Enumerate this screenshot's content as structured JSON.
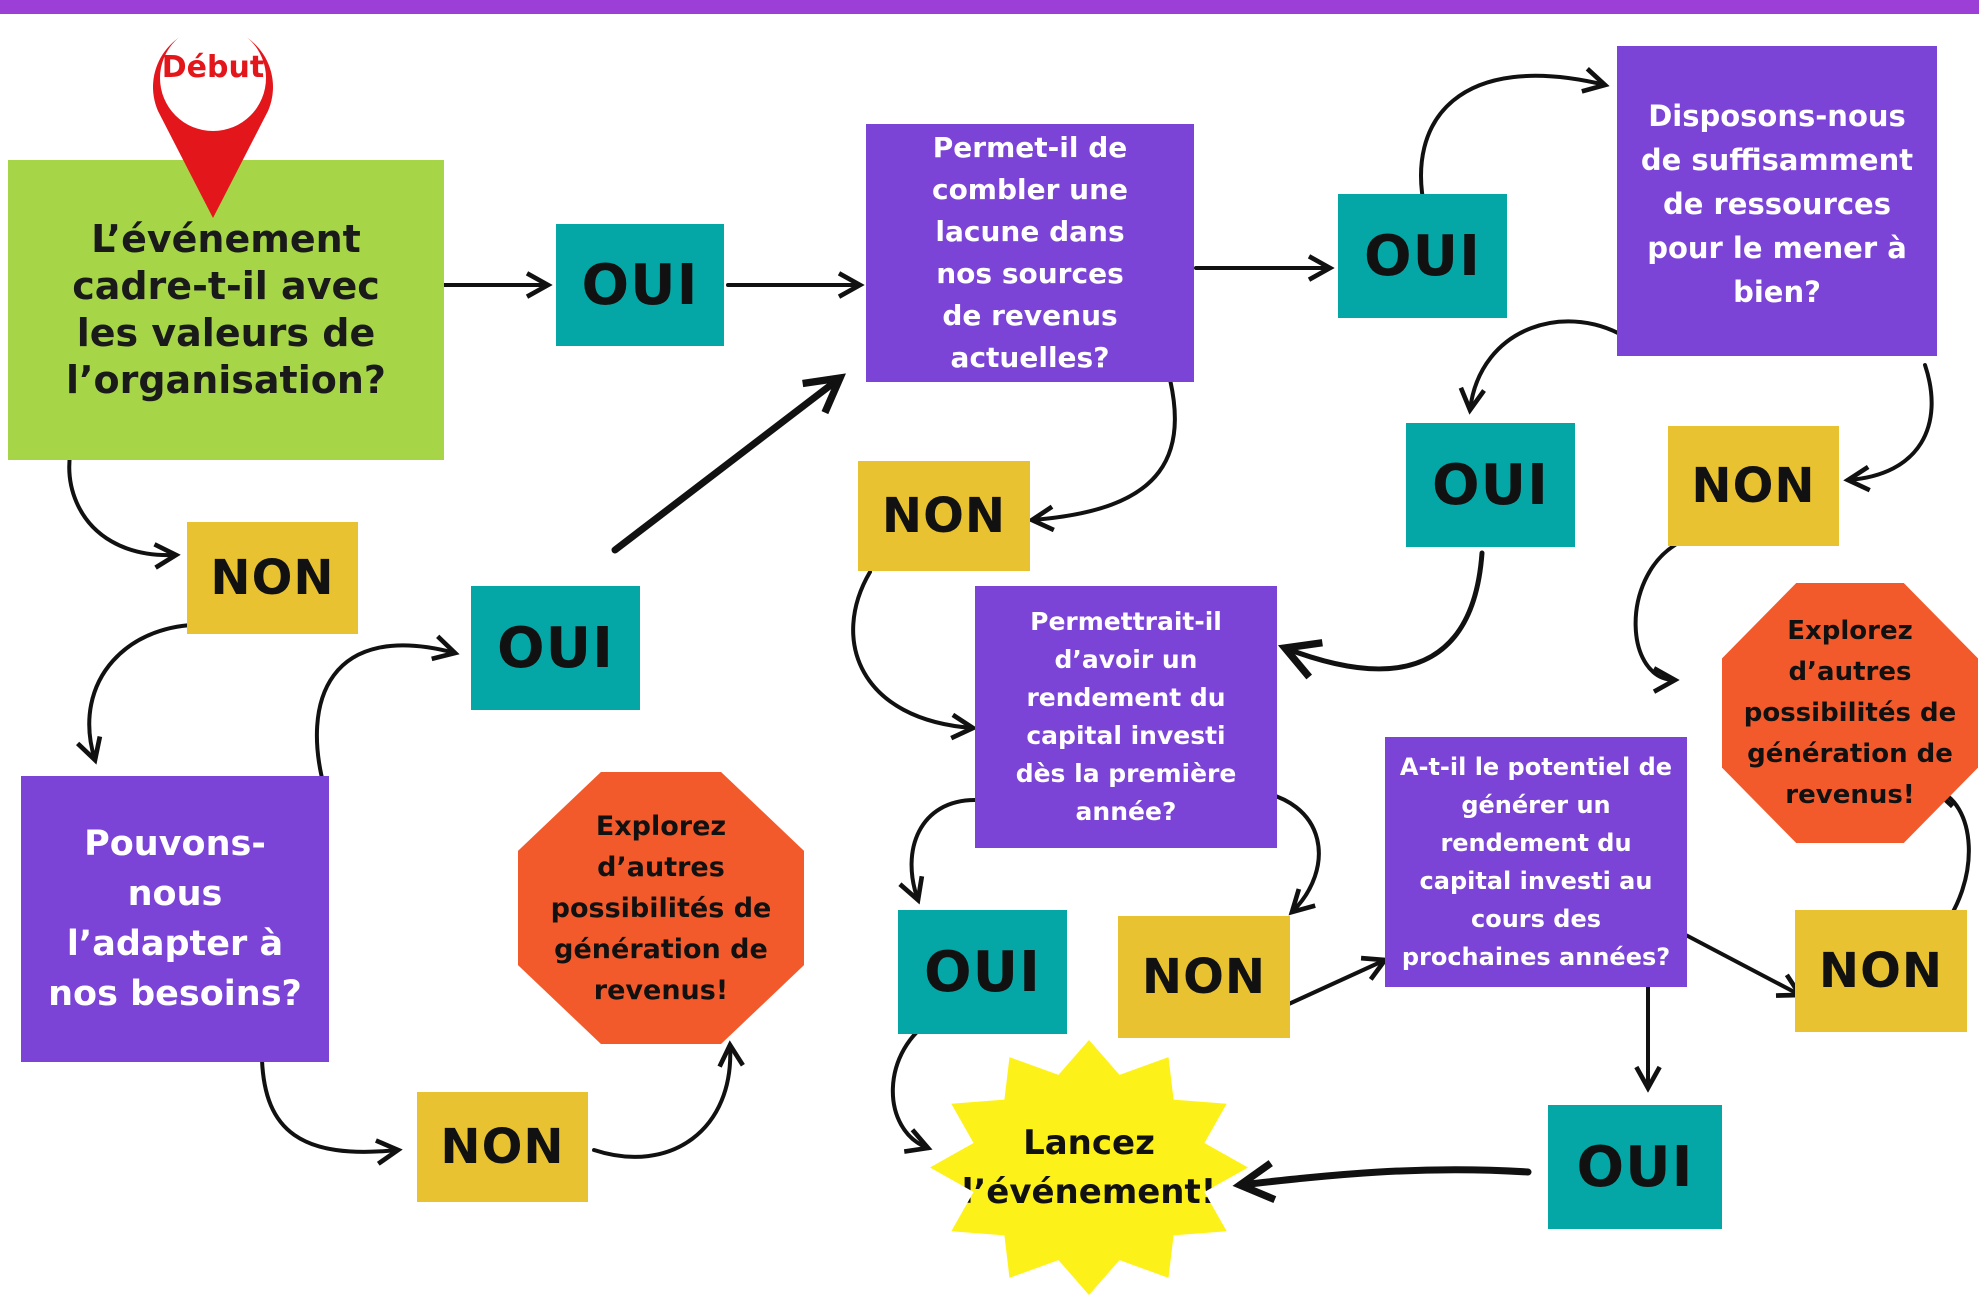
{
  "start_label": "Début",
  "q1": [
    "L’événement",
    "cadre-t-il avec",
    "les valeurs de",
    "l’organisation?"
  ],
  "q2": [
    "Permet-il de",
    "combler une",
    "lacune dans",
    "nos sources",
    "de revenus",
    "actuelles?"
  ],
  "q3": [
    "Disposons-nous",
    "de suffisamment",
    "de ressources",
    "pour le mener à",
    "bien?"
  ],
  "q4": [
    "Pouvons-",
    "nous",
    "l’adapter à",
    "nos besoins?"
  ],
  "q5": [
    "Permettrait-il",
    "d’avoir un",
    "rendement du",
    "capital investi",
    "dès la première",
    "année?"
  ],
  "q6": [
    "A-t-il le potentiel de",
    "générer un",
    "rendement du",
    "capital investi au",
    "cours des",
    "prochaines années?"
  ],
  "yes": "OUI",
  "no": "NON",
  "explore": [
    "Explorez",
    "d’autres",
    "possibilités de",
    "génération de",
    "revenus!"
  ],
  "launch": [
    "Lancez",
    "l’événement!"
  ],
  "colors": {
    "banner": "#9b3fd6",
    "question_start": "#a6d648",
    "question": "#7b43d6",
    "yes": "#05a6a6",
    "no": "#e8c231",
    "explore": "#f25a2b",
    "launch": "#fdf11a",
    "pin": "#e3161b"
  }
}
